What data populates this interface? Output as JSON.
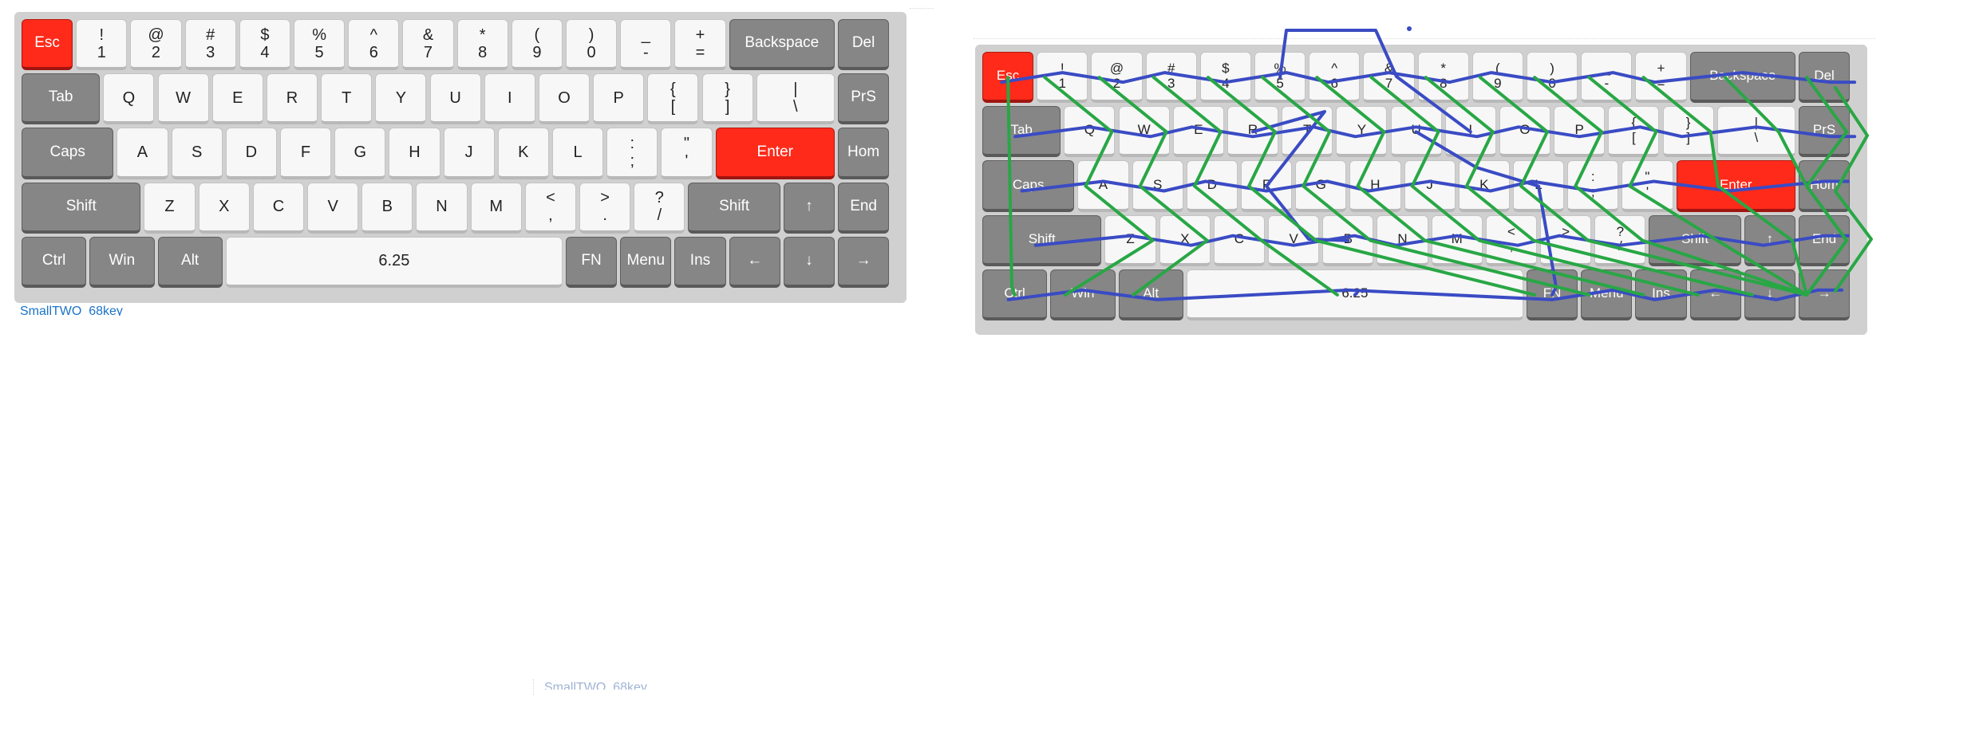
{
  "keyboards": [
    {
      "caption": "SmallTWO_68key",
      "layout": [
        [
          [
            "Esc",
            "r",
            1
          ],
          [
            "!\n1",
            "a",
            1
          ],
          [
            "@\n2",
            "a",
            1
          ],
          [
            "#\n3",
            "a",
            1
          ],
          [
            "$\n4",
            "a",
            1
          ],
          [
            "%\n5",
            "a",
            1
          ],
          [
            "^\n6",
            "a",
            1
          ],
          [
            "&\n7",
            "a",
            1
          ],
          [
            "*\n8",
            "a",
            1
          ],
          [
            "(\n9",
            "a",
            1
          ],
          [
            ")\n0",
            "a",
            1
          ],
          [
            "_\n-",
            "a",
            1
          ],
          [
            "+\n=",
            "a",
            1
          ],
          [
            "Backspace",
            "m",
            2
          ],
          [
            "Del",
            "m",
            1
          ]
        ],
        [
          [
            "Tab",
            "m",
            1.5
          ],
          [
            "Q",
            "a",
            1
          ],
          [
            "W",
            "a",
            1
          ],
          [
            "E",
            "a",
            1
          ],
          [
            "R",
            "a",
            1
          ],
          [
            "T",
            "a",
            1
          ],
          [
            "Y",
            "a",
            1
          ],
          [
            "U",
            "a",
            1
          ],
          [
            "I",
            "a",
            1
          ],
          [
            "O",
            "a",
            1
          ],
          [
            "P",
            "a",
            1
          ],
          [
            "{\n[",
            "a",
            1
          ],
          [
            "}\n]",
            "a",
            1
          ],
          [
            "|\n\\",
            "a",
            1.5
          ],
          [
            "PrS",
            "m",
            1
          ]
        ],
        [
          [
            "Caps",
            "m",
            1.75
          ],
          [
            "A",
            "a",
            1
          ],
          [
            "S",
            "a",
            1
          ],
          [
            "D",
            "a",
            1
          ],
          [
            "F",
            "a",
            1
          ],
          [
            "G",
            "a",
            1
          ],
          [
            "H",
            "a",
            1
          ],
          [
            "J",
            "a",
            1
          ],
          [
            "K",
            "a",
            1
          ],
          [
            "L",
            "a",
            1
          ],
          [
            ":\n;",
            "a",
            1
          ],
          [
            "\"\n'",
            "a",
            1
          ],
          [
            "Enter",
            "r",
            2.25
          ],
          [
            "Hom",
            "m",
            1
          ]
        ],
        [
          [
            "Shift",
            "m",
            2.25
          ],
          [
            "Z",
            "a",
            1
          ],
          [
            "X",
            "a",
            1
          ],
          [
            "C",
            "a",
            1
          ],
          [
            "V",
            "a",
            1
          ],
          [
            "B",
            "a",
            1
          ],
          [
            "N",
            "a",
            1
          ],
          [
            "M",
            "a",
            1
          ],
          [
            "<\n,",
            "a",
            1
          ],
          [
            ">\n.",
            "a",
            1
          ],
          [
            "?\n/",
            "a",
            1
          ],
          [
            "Shift",
            "m",
            1.75
          ],
          [
            "↑",
            "m",
            1
          ],
          [
            "End",
            "m",
            1
          ]
        ],
        [
          [
            "Ctrl",
            "m",
            1.25
          ],
          [
            "Win",
            "m",
            1.25
          ],
          [
            "Alt",
            "m",
            1.25
          ],
          [
            "6.25",
            "a",
            6.25
          ],
          [
            "FN",
            "m",
            1
          ],
          [
            "Menu",
            "m",
            1
          ],
          [
            "Ins",
            "m",
            1
          ],
          [
            "←",
            "m",
            1
          ],
          [
            "↓",
            "m",
            1
          ],
          [
            "→",
            "m",
            1
          ]
        ]
      ]
    },
    {
      "caption": "SmallTWO_68key",
      "layout": [
        [
          [
            "Esc",
            "r",
            1
          ],
          [
            "!\n1",
            "a",
            1
          ],
          [
            "@\n2",
            "a",
            1
          ],
          [
            "#\n3",
            "a",
            1
          ],
          [
            "$\n4",
            "a",
            1
          ],
          [
            "%\n5",
            "a",
            1
          ],
          [
            "^\n6",
            "a",
            1
          ],
          [
            "&\n7",
            "a",
            1
          ],
          [
            "*\n8",
            "a",
            1
          ],
          [
            "(\n9",
            "a",
            1
          ],
          [
            ")\n0",
            "a",
            1
          ],
          [
            "_\n-",
            "a",
            1
          ],
          [
            "+\n=",
            "a",
            1
          ],
          [
            "Backspace",
            "m",
            2
          ],
          [
            "Del",
            "m",
            1
          ]
        ],
        [
          [
            "Tab",
            "m",
            1.5
          ],
          [
            "Q",
            "a",
            1
          ],
          [
            "W",
            "a",
            1
          ],
          [
            "E",
            "a",
            1
          ],
          [
            "R",
            "a",
            1
          ],
          [
            "T",
            "a",
            1
          ],
          [
            "Y",
            "a",
            1
          ],
          [
            "U",
            "a",
            1
          ],
          [
            "I",
            "a",
            1
          ],
          [
            "O",
            "a",
            1
          ],
          [
            "P",
            "a",
            1
          ],
          [
            "{\n[",
            "a",
            1
          ],
          [
            "}\n]",
            "a",
            1
          ],
          [
            "|\n\\",
            "a",
            1.5
          ],
          [
            "PrS",
            "m",
            1
          ]
        ],
        [
          [
            "Caps",
            "m",
            1.75
          ],
          [
            "A",
            "a",
            1
          ],
          [
            "S",
            "a",
            1
          ],
          [
            "D",
            "a",
            1
          ],
          [
            "F",
            "a",
            1
          ],
          [
            "G",
            "a",
            1
          ],
          [
            "H",
            "a",
            1
          ],
          [
            "J",
            "a",
            1
          ],
          [
            "K",
            "a",
            1
          ],
          [
            "L",
            "a",
            1
          ],
          [
            ":\n;",
            "a",
            1
          ],
          [
            "\"\n'",
            "a",
            1
          ],
          [
            "Enter",
            "r",
            2.25
          ],
          [
            "Hom",
            "m",
            1
          ]
        ],
        [
          [
            "Shift",
            "m",
            2.25
          ],
          [
            "Z",
            "a",
            1
          ],
          [
            "X",
            "a",
            1
          ],
          [
            "C",
            "a",
            1
          ],
          [
            "V",
            "a",
            1
          ],
          [
            "B",
            "a",
            1
          ],
          [
            "N",
            "a",
            1
          ],
          [
            "M",
            "a",
            1
          ],
          [
            "<\n,",
            "a",
            1
          ],
          [
            ">\n.",
            "a",
            1
          ],
          [
            "?\n/",
            "a",
            1
          ],
          [
            "Shift",
            "m",
            1.75
          ],
          [
            "↑",
            "m",
            1
          ],
          [
            "End",
            "m",
            1
          ]
        ],
        [
          [
            "Ctrl",
            "m",
            1.25
          ],
          [
            "Win",
            "m",
            1.25
          ],
          [
            "Alt",
            "m",
            1.25
          ],
          [
            "6.25",
            "a",
            6.25
          ],
          [
            "FN",
            "m",
            1
          ],
          [
            "Menu",
            "m",
            1
          ],
          [
            "Ins",
            "m",
            1
          ],
          [
            "←",
            "m",
            1
          ],
          [
            "↓",
            "m",
            1
          ],
          [
            "→",
            "m",
            1
          ]
        ]
      ]
    }
  ],
  "overlay": {
    "row_trace_color": "#3a4bc4",
    "column_trace_color": "#28a745",
    "row_trace_label": "blue row traces",
    "column_trace_label": "green column traces"
  },
  "colors": {
    "alpha_key": "#f7f7f7",
    "modifier_key": "#868686",
    "accent_key": "#ff2a1a",
    "board": "#d0d0d0",
    "link": "#1a73c8"
  }
}
